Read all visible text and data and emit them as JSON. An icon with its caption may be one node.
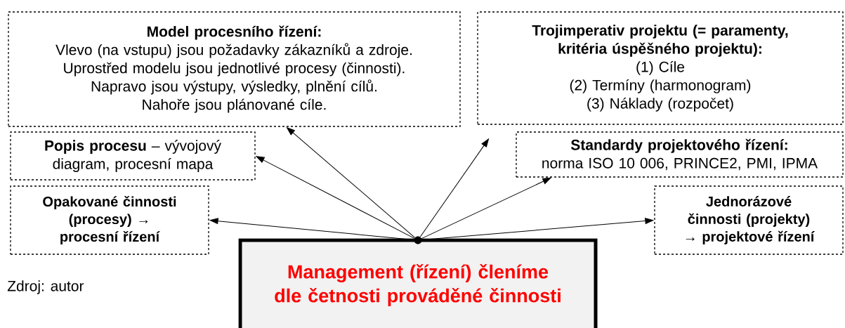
{
  "diagram": {
    "nodes": [
      {
        "text": [
          "Model procesního řízení:",
          "Vlevo (na vstupu) jsou požadavky zákazníků a zdroje.",
          "Uprostřed modelu jsou jednotlivé procesy (činnosti).",
          "Napravo jsou výstupy, výsledky, plnění cílů.",
          "Nahoře jsou plánované cíle."
        ]
      },
      {
        "text": [
          "Trojimperativ projektu (= paramenty, kritéria úspěšného projektu):",
          "(1) Cíle",
          "(2) Termíny (harmonogram)",
          "(3) Náklady (rozpočet)"
        ]
      },
      {
        "text": [
          "**Popis procesu** – vývojový diagram, procesní mapa"
        ]
      },
      {
        "text": [
          "Standardy projektového řízení:",
          "norma ISO 10 006, PRINCE2, PMI, IPMA"
        ]
      },
      {
        "text": [
          "Opakované činnosti (procesy) → procesní řízení"
        ]
      },
      {
        "text": [
          "Jednorázové činnosti (projekty) → projektové řízení"
        ]
      },
      {
        "text": [
          "Management (řízení) členíme dle četnosti prováděné činnosti"
        ]
      },
      {
        "text": [],
        "shape": "circle"
      }
    ],
    "edges": [
      {
        "from": 7,
        "to": 0,
        "arrow": "to"
      },
      {
        "from": 7,
        "to": 1,
        "arrow": "to"
      },
      {
        "from": 7,
        "to": 2,
        "arrow": "to"
      },
      {
        "from": 7,
        "to": 3,
        "arrow": "to"
      },
      {
        "from": 7,
        "to": 4,
        "arrow": "to"
      },
      {
        "from": 7,
        "to": 5,
        "arrow": "to"
      }
    ],
    "labels": [
      "Zdroj: autor"
    ]
  }
}
